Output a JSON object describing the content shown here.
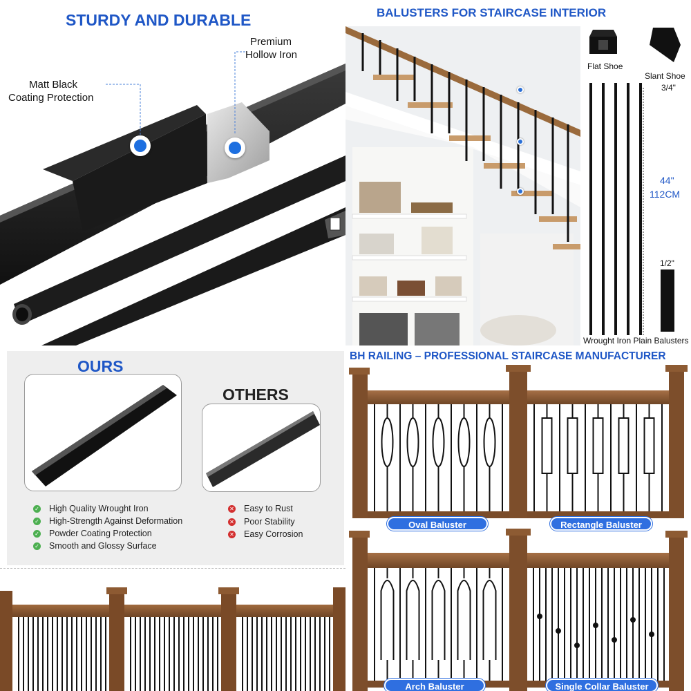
{
  "top_left": {
    "title": "STURDY AND DURABLE",
    "label_coating_1": "Matt Black",
    "label_coating_2": "Coating Protection",
    "label_iron_1": "Premium",
    "label_iron_2": "Hollow Iron"
  },
  "top_right": {
    "title": "BALUSTERS FOR STAIRCASE INTERIOR",
    "flat_shoe": "Flat Shoe",
    "slant_shoe": "Slant Shoe",
    "dim_top": "3/4\"",
    "height_in": "44\"",
    "height_cm": "112CM",
    "dim_side": "1/2\"",
    "caption": "Wrought Iron Plain Balusters"
  },
  "compare": {
    "ours_title": "OURS",
    "others_title": "OTHERS",
    "ours_features": [
      "High Quality Wrought Iron",
      "High-Strength Against Deformation",
      "Powder Coating Protection",
      "Smooth and Glossy Surface"
    ],
    "others_features": [
      "Easy to Rust",
      "Poor Stability",
      "Easy Corrosion"
    ]
  },
  "styles": {
    "title": "BH RAILING – PROFESSIONAL STAIRCASE MANUFACTURER",
    "oval": "Oval Baluster",
    "rectangle": "Rectangle Baluster",
    "arch": "Arch Baluster",
    "single_collar": "Single Collar Baluster"
  },
  "colors": {
    "accent": "#1f57c6",
    "wood": "#8a5a35",
    "iron": "#1a1a1a"
  }
}
